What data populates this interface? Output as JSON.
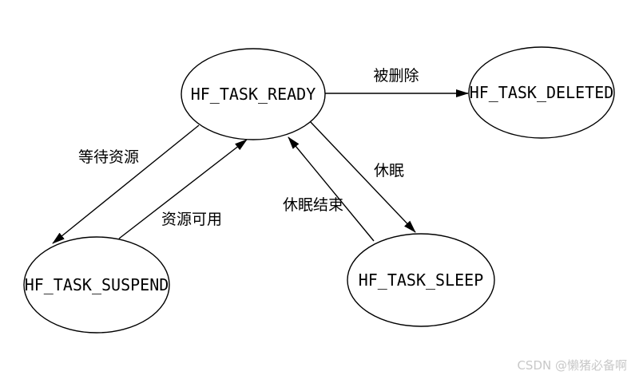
{
  "diagram": {
    "type": "state-diagram",
    "background": "#ffffff",
    "stroke_color": "#000000",
    "node_fill": "#ffffff",
    "text_color": "#000000",
    "nodes": [
      {
        "id": "ready",
        "label": "HF_TASK_READY"
      },
      {
        "id": "deleted",
        "label": "HF_TASK_DELETED"
      },
      {
        "id": "suspend",
        "label": "HF_TASK_SUSPEND"
      },
      {
        "id": "sleep",
        "label": "HF_TASK_SLEEP"
      }
    ],
    "edges": [
      {
        "from": "HF_TASK_READY",
        "to": "HF_TASK_DELETED",
        "label": "被删除"
      },
      {
        "from": "HF_TASK_READY",
        "to": "HF_TASK_SUSPEND",
        "label": "等待资源"
      },
      {
        "from": "HF_TASK_SUSPEND",
        "to": "HF_TASK_READY",
        "label": "资源可用"
      },
      {
        "from": "HF_TASK_READY",
        "to": "HF_TASK_SLEEP",
        "label": "休眠"
      },
      {
        "from": "HF_TASK_SLEEP",
        "to": "HF_TASK_READY",
        "label": "休眠结束"
      }
    ]
  },
  "watermark": {
    "text": "CSDN @懒猪必备啊",
    "color": "#c8c8c8"
  }
}
